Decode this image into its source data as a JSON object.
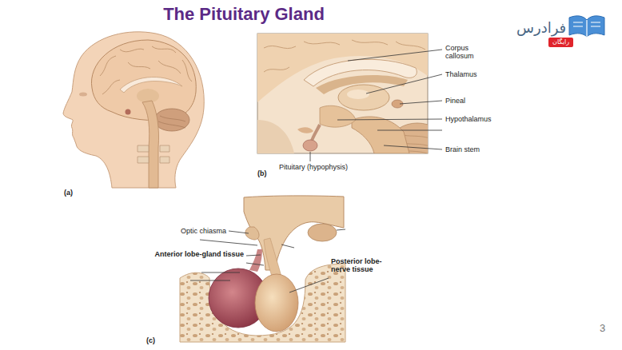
{
  "diagram": {
    "title": "The Pituitary Gland",
    "nodes": [
      {
        "text": [
          "رایگان"
        ]
      }
    ],
    "labels": [
      "Corpus callosum",
      "Thalamus",
      "Pineal",
      "Hypothalamus",
      "Brain stem",
      "Pituitary (hypophysis)",
      "(a)",
      "(b)",
      "Optic chiasma",
      "Anterior lobe-gland tissue",
      "Posterior lobe-nerve tissue",
      "(c)",
      "3",
      "فرادرس"
    ]
  }
}
